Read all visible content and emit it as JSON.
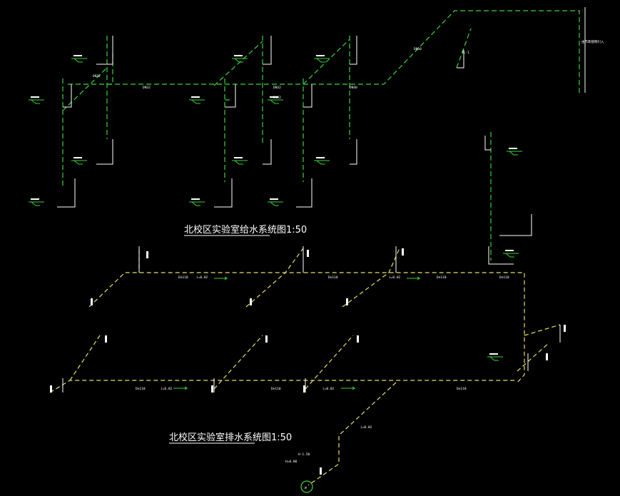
{
  "supply_title": "北校区实验室给水系统图1:50",
  "drain_title": "北校区实验室排水系统图1:50",
  "supply_labels": {
    "l1": "DN32",
    "l2": "DN32",
    "l3": "DN32",
    "l4": "DN32",
    "l5": "DN40",
    "l6": "DN50",
    "l7": "JL-1",
    "l8": "由市政管网引入"
  },
  "drain_labels": {
    "d1": "De110",
    "d2": "i=0.02",
    "d3": "De110",
    "d4": "i=0.02",
    "d5": "De110",
    "d6": "De110",
    "d7": "i=0.02",
    "d8": "De110",
    "d9": "i=0.02",
    "d10": "De110",
    "d11": "De110",
    "d12": "i=0.02",
    "d13": "H-1.50",
    "d14": "H=0.00",
    "d15": "W"
  },
  "colors": {
    "supply": "#39d639",
    "drain": "#e8e060",
    "text": "#ffffff",
    "background": "#000000"
  }
}
